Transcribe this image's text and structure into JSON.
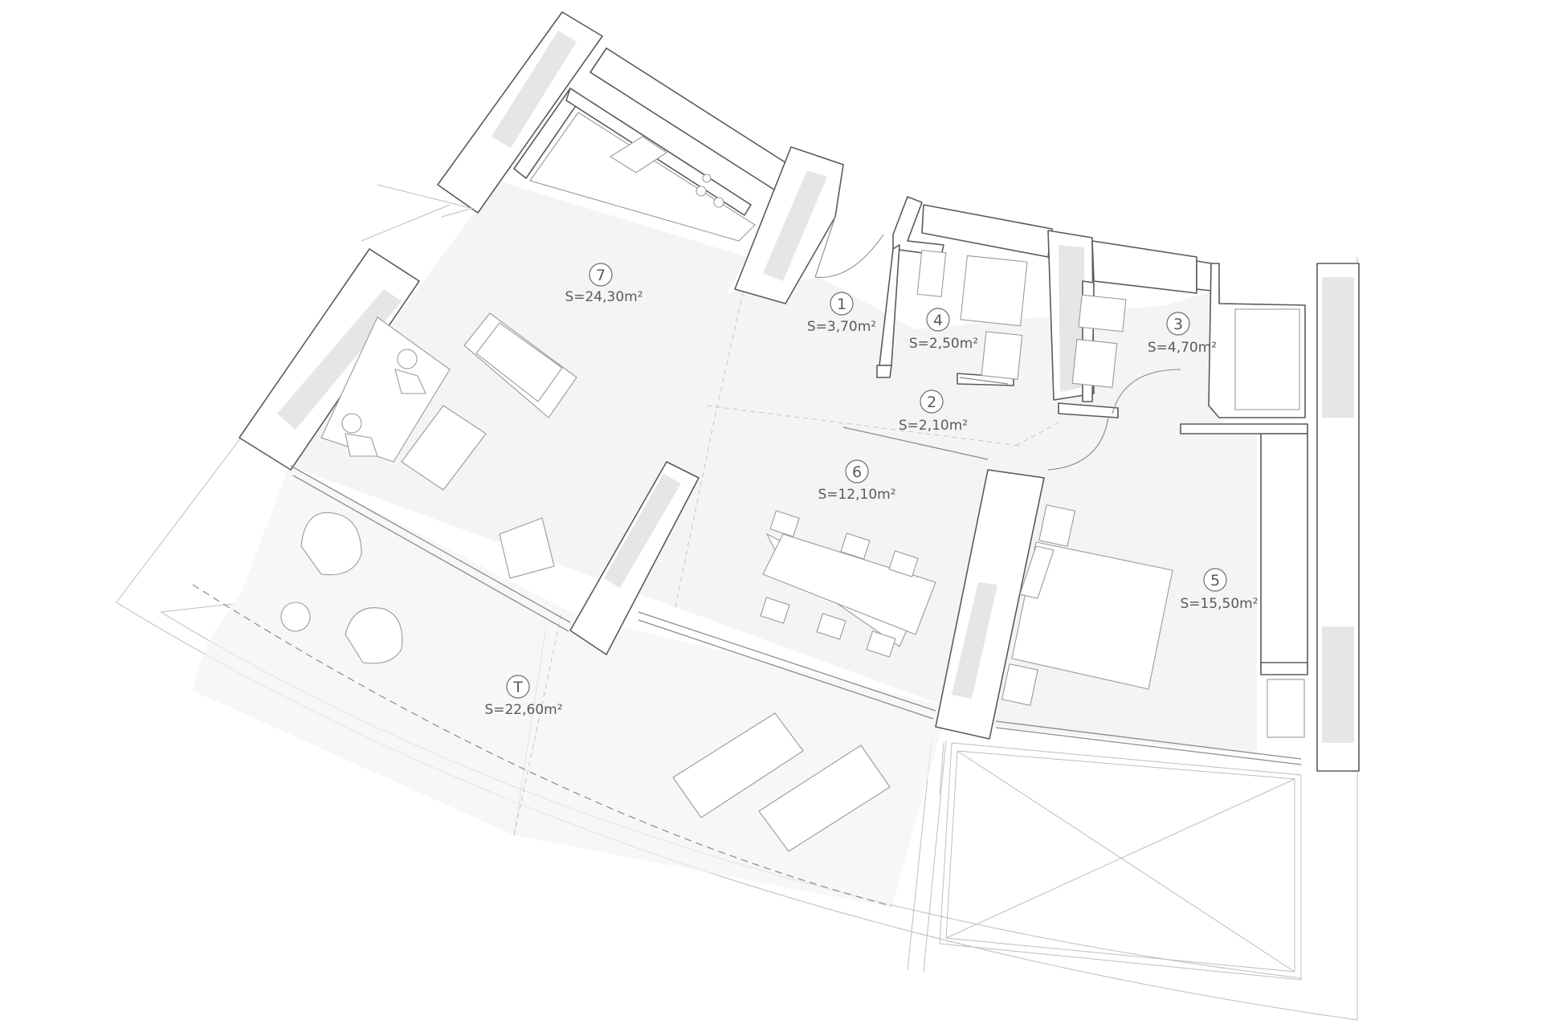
{
  "rooms": [
    {
      "id": "7",
      "area": "S=24,30m²"
    },
    {
      "id": "1",
      "area": "S=3,70m²"
    },
    {
      "id": "4",
      "area": "S=2,50m²"
    },
    {
      "id": "3",
      "area": "S=4,70m²"
    },
    {
      "id": "2",
      "area": "S=2,10m²"
    },
    {
      "id": "6",
      "area": "S=12,10m²"
    },
    {
      "id": "5",
      "area": "S=15,50m²"
    },
    {
      "id": "T",
      "area": "S=22,60m²"
    }
  ]
}
